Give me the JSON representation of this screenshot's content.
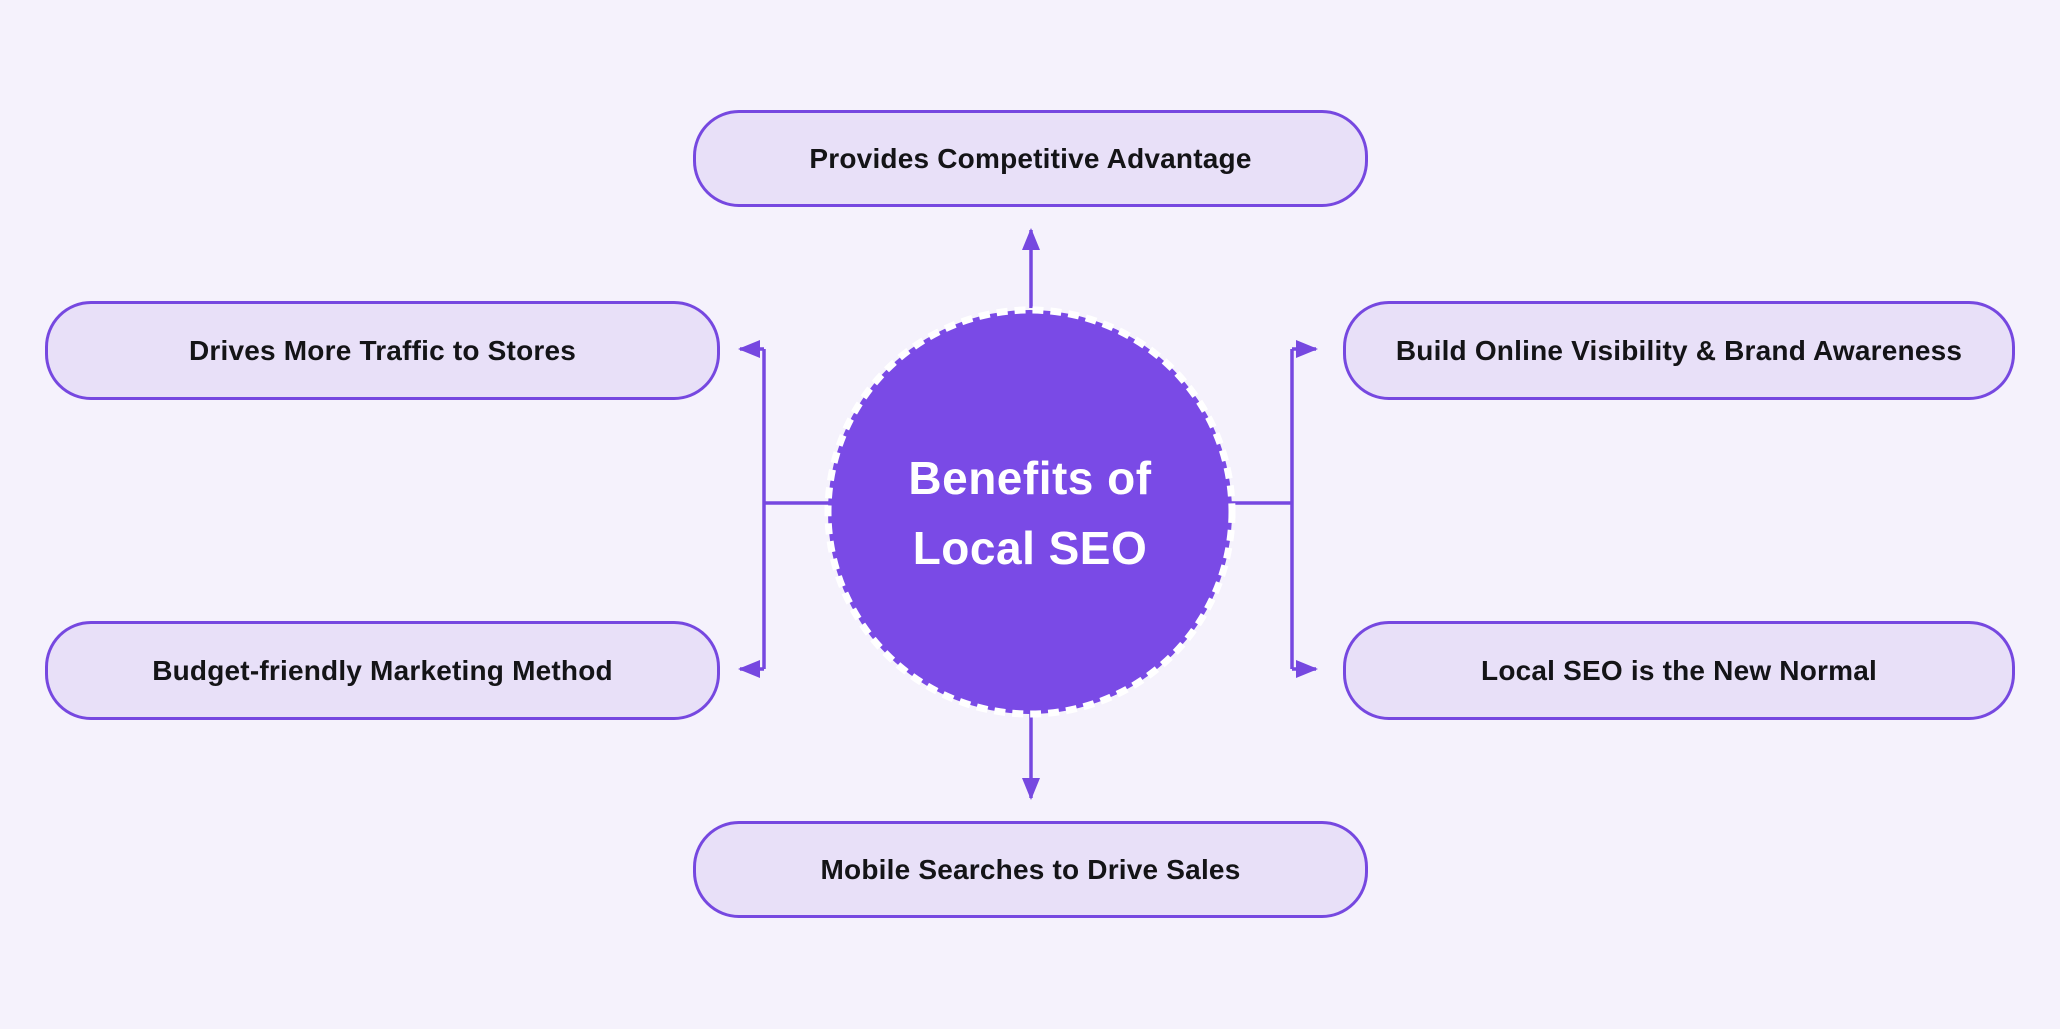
{
  "colors": {
    "bg": "#F5F2FC",
    "box_fill": "#E8E0F8",
    "line": "#7648E0",
    "circle_fill": "#7A4AE6",
    "box_text": "#141417",
    "circle_text": "#FFFFFF"
  },
  "center": {
    "title_line1": "Benefits of",
    "title_line2": "Local SEO"
  },
  "nodes": [
    {
      "id": "top",
      "label": "Provides Competitive Advantage"
    },
    {
      "id": "left-top",
      "label": "Drives More Traffic to Stores"
    },
    {
      "id": "left-bottom",
      "label": "Budget-friendly Marketing Method"
    },
    {
      "id": "right-top",
      "label": "Build Online Visibility & Brand Awareness"
    },
    {
      "id": "right-bottom",
      "label": "Local SEO is the New Normal"
    },
    {
      "id": "bottom",
      "label": "Mobile Searches to Drive Sales"
    }
  ]
}
